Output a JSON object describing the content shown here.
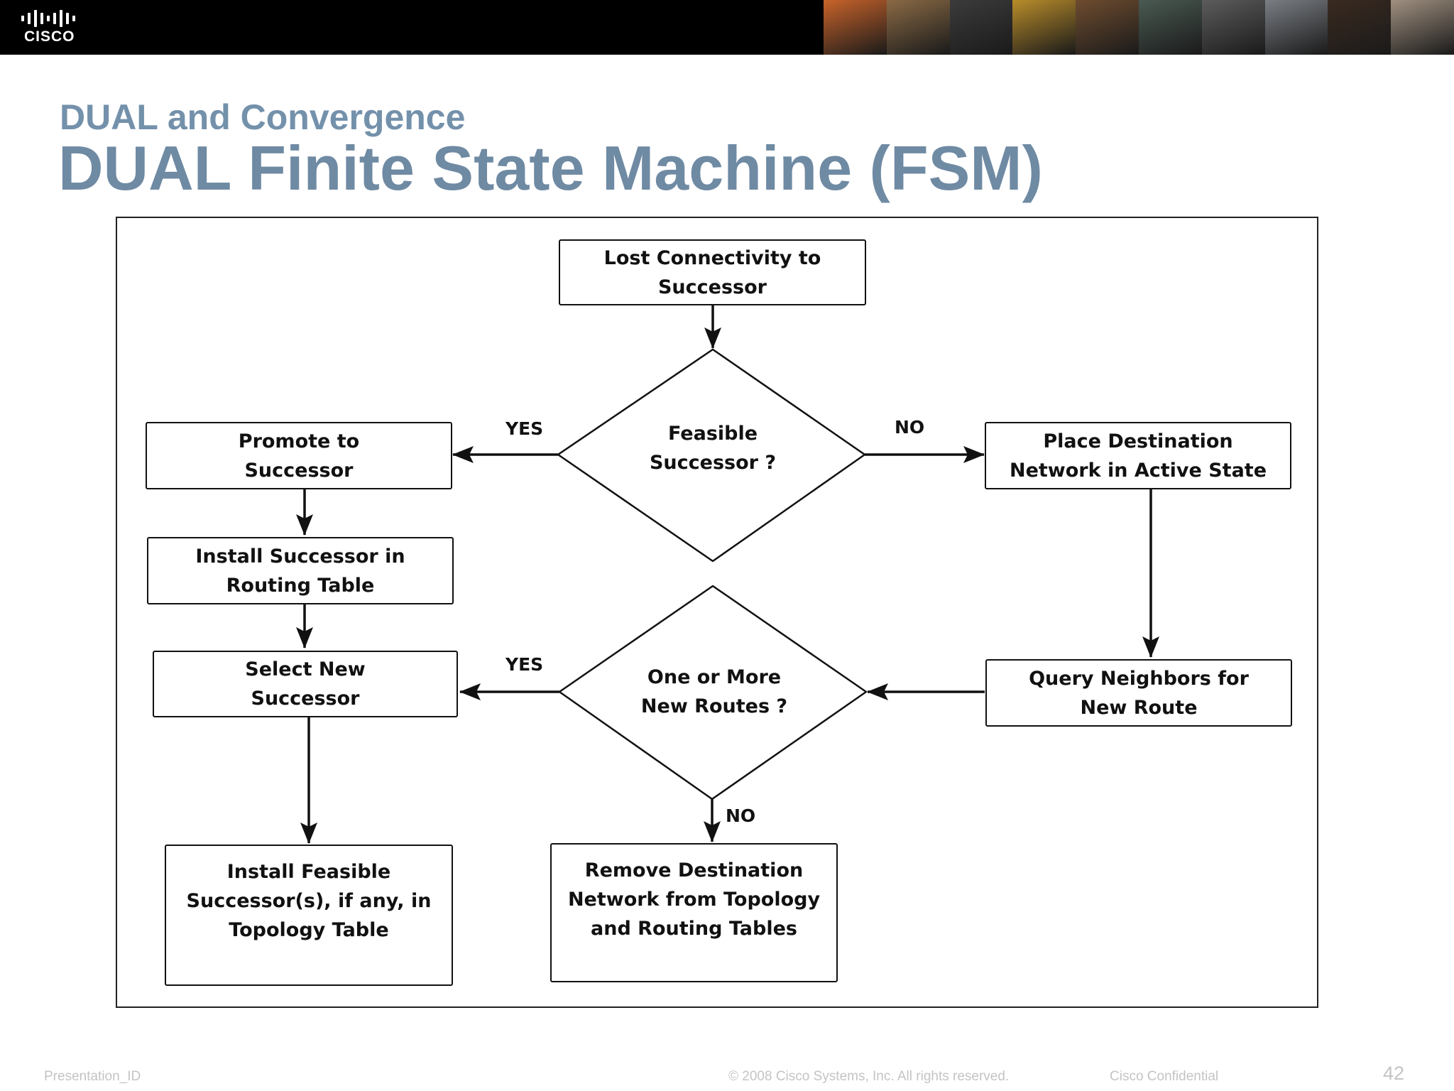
{
  "header": {
    "logo_text": "CISCO",
    "photo_colors": [
      "#c8632a",
      "#8a6a45",
      "#3b3b3b",
      "#b88c2a",
      "#6e4c2f",
      "#4a5a52",
      "#5c5c5c",
      "#7a7e84",
      "#3a2a20",
      "#a09080"
    ]
  },
  "slide": {
    "subtitle": "DUAL and Convergence",
    "title": "DUAL Finite State Machine (FSM)"
  },
  "diagram": {
    "nodes": {
      "lost": {
        "lines": [
          "Lost Connectivity to",
          "Successor"
        ]
      },
      "feasible": {
        "lines": [
          "Feasible",
          "Successor ?"
        ]
      },
      "promote": {
        "lines": [
          "Promote to",
          "Successor"
        ]
      },
      "place": {
        "lines": [
          "Place Destination",
          "Network in Active State"
        ]
      },
      "install_succ": {
        "lines": [
          "Install Successor in",
          "Routing Table"
        ]
      },
      "select": {
        "lines": [
          "Select New",
          "Successor"
        ]
      },
      "one_more": {
        "lines": [
          "One or More",
          "New Routes ?"
        ]
      },
      "query": {
        "lines": [
          "Query Neighbors for",
          "New Route"
        ]
      },
      "install_fs": {
        "lines": [
          "Install Feasible",
          "Successor(s), if any, in",
          "Topology Table"
        ]
      },
      "remove": {
        "lines": [
          "Remove Destination",
          "Network from Topology",
          "and Routing Tables"
        ]
      }
    },
    "edge_labels": {
      "feasible_yes": "YES",
      "feasible_no": "NO",
      "routes_yes": "YES",
      "routes_no": "NO"
    }
  },
  "footer": {
    "presentation_id": "Presentation_ID",
    "copyright": "© 2008 Cisco Systems, Inc. All rights reserved.",
    "confidential": "Cisco Confidential",
    "page_number": "42"
  }
}
